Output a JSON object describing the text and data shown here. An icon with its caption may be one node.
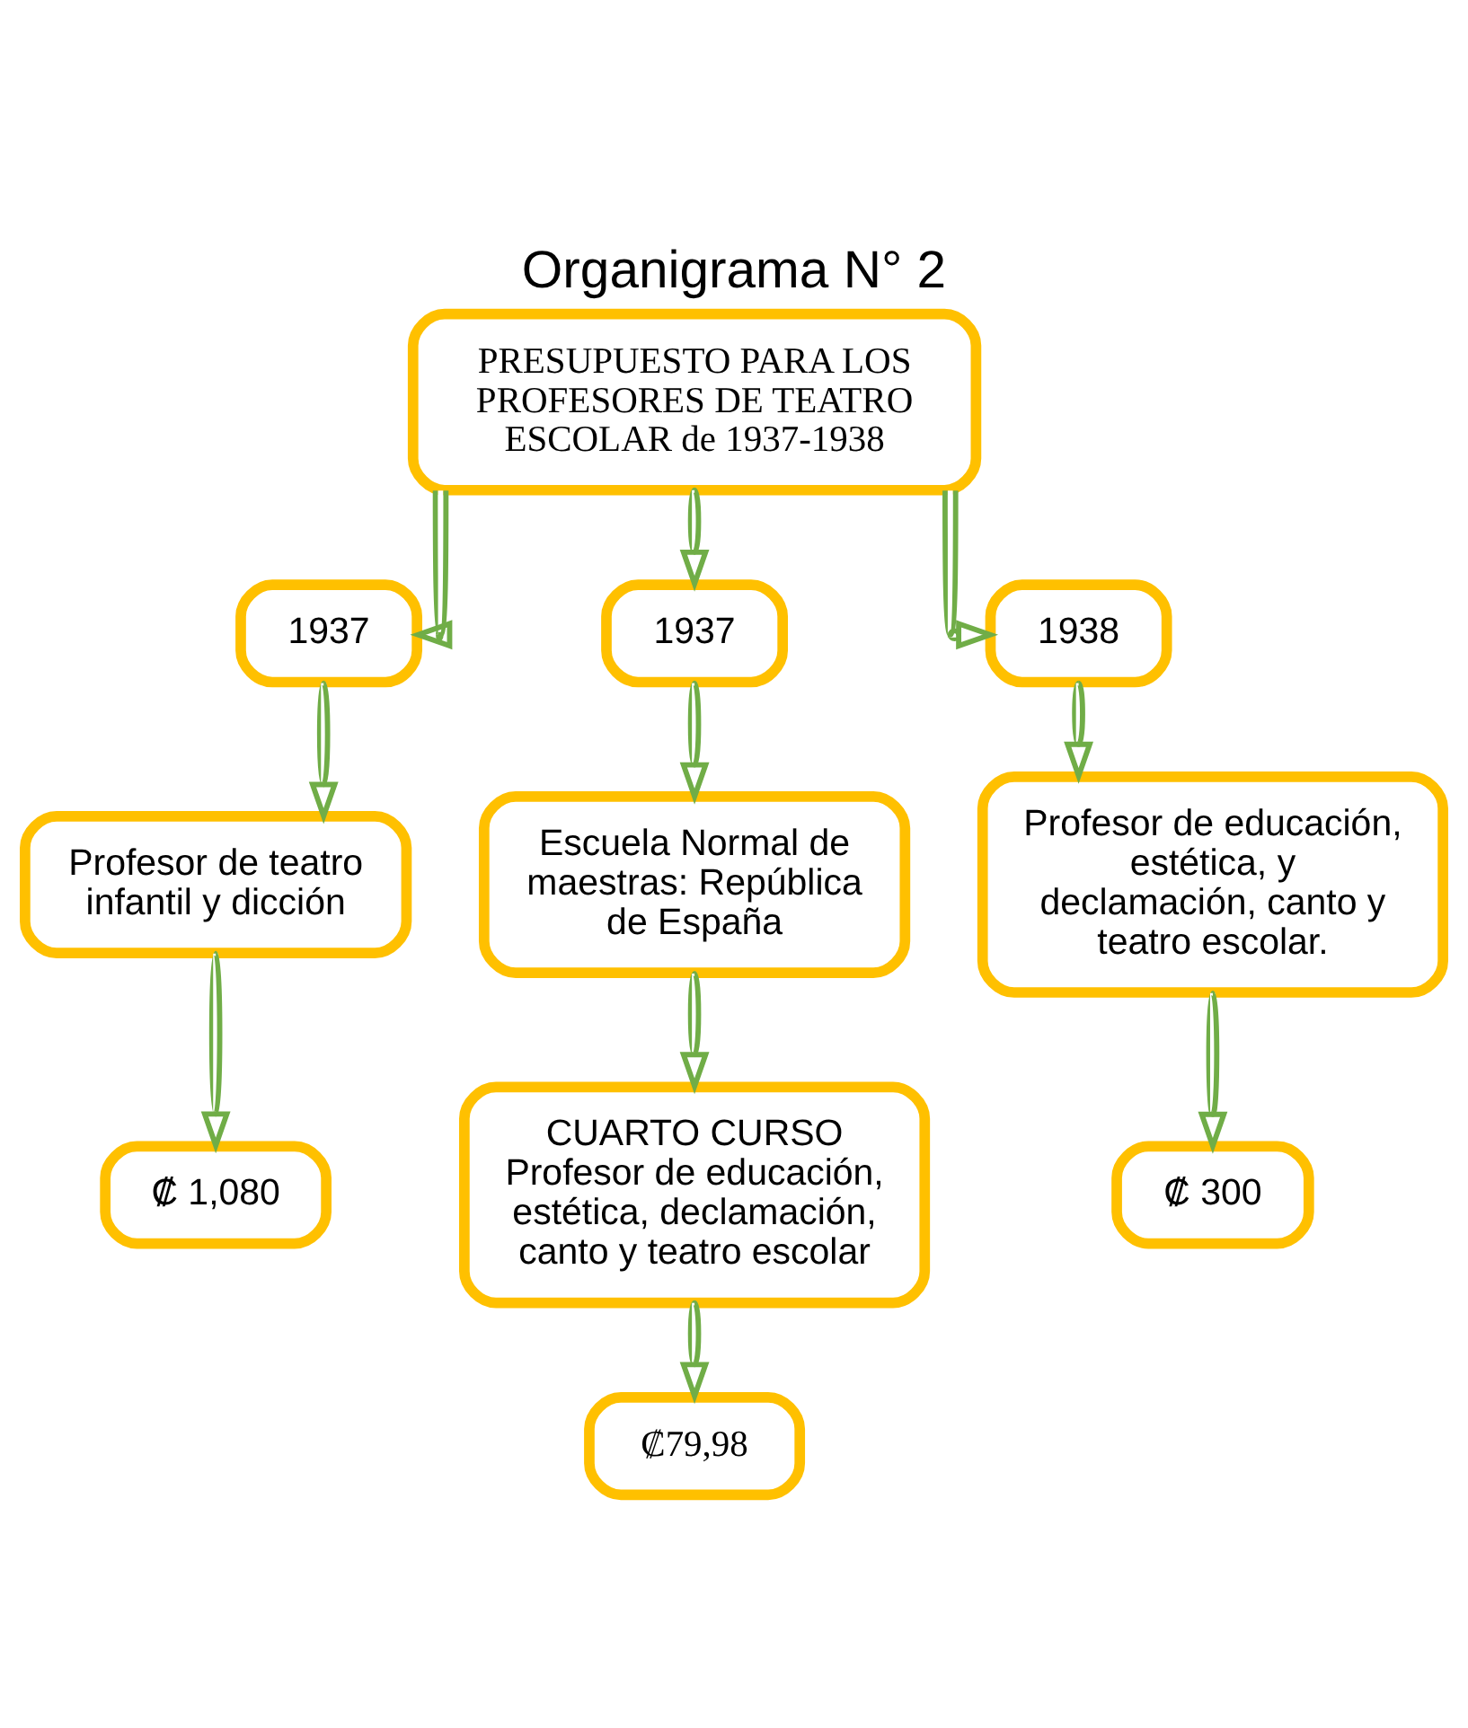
{
  "diagram": {
    "title": "Organigrama N° 2",
    "nodes": [
      {
        "text": [
          "PRESUPUESTO PARA LOS PROFESORES DE TEATRO ESCOLAR de 1937-1938"
        ]
      },
      {
        "text": [
          "1937"
        ]
      },
      {
        "text": [
          "1937"
        ]
      },
      {
        "text": [
          "1938"
        ]
      },
      {
        "text": [
          "Profesor de teatro infantil y dicción"
        ]
      },
      {
        "text": [
          "Escuela Normal de maestras: República de España"
        ]
      },
      {
        "text": [
          "Profesor de educación, estética, y declamación, canto y teatro escolar."
        ]
      },
      {
        "text": [
          "₡ 1,080"
        ]
      },
      {
        "text": [
          "CUARTO CURSO",
          "Profesor de educación, estética, declamación, canto y teatro escolar"
        ]
      },
      {
        "text": [
          "₡ 300"
        ]
      },
      {
        "text": [
          "₡79,98"
        ]
      }
    ],
    "edges": [
      {
        "from": 0,
        "to": 1,
        "arrow": "to"
      },
      {
        "from": 0,
        "to": 2,
        "arrow": "to"
      },
      {
        "from": 0,
        "to": 3,
        "arrow": "to"
      },
      {
        "from": 1,
        "to": 4,
        "arrow": "to"
      },
      {
        "from": 2,
        "to": 5,
        "arrow": "to"
      },
      {
        "from": 3,
        "to": 6,
        "arrow": "to"
      },
      {
        "from": 4,
        "to": 7,
        "arrow": "to"
      },
      {
        "from": 5,
        "to": 8,
        "arrow": "to"
      },
      {
        "from": 6,
        "to": 9,
        "arrow": "to"
      },
      {
        "from": 8,
        "to": 10,
        "arrow": "to"
      }
    ]
  }
}
